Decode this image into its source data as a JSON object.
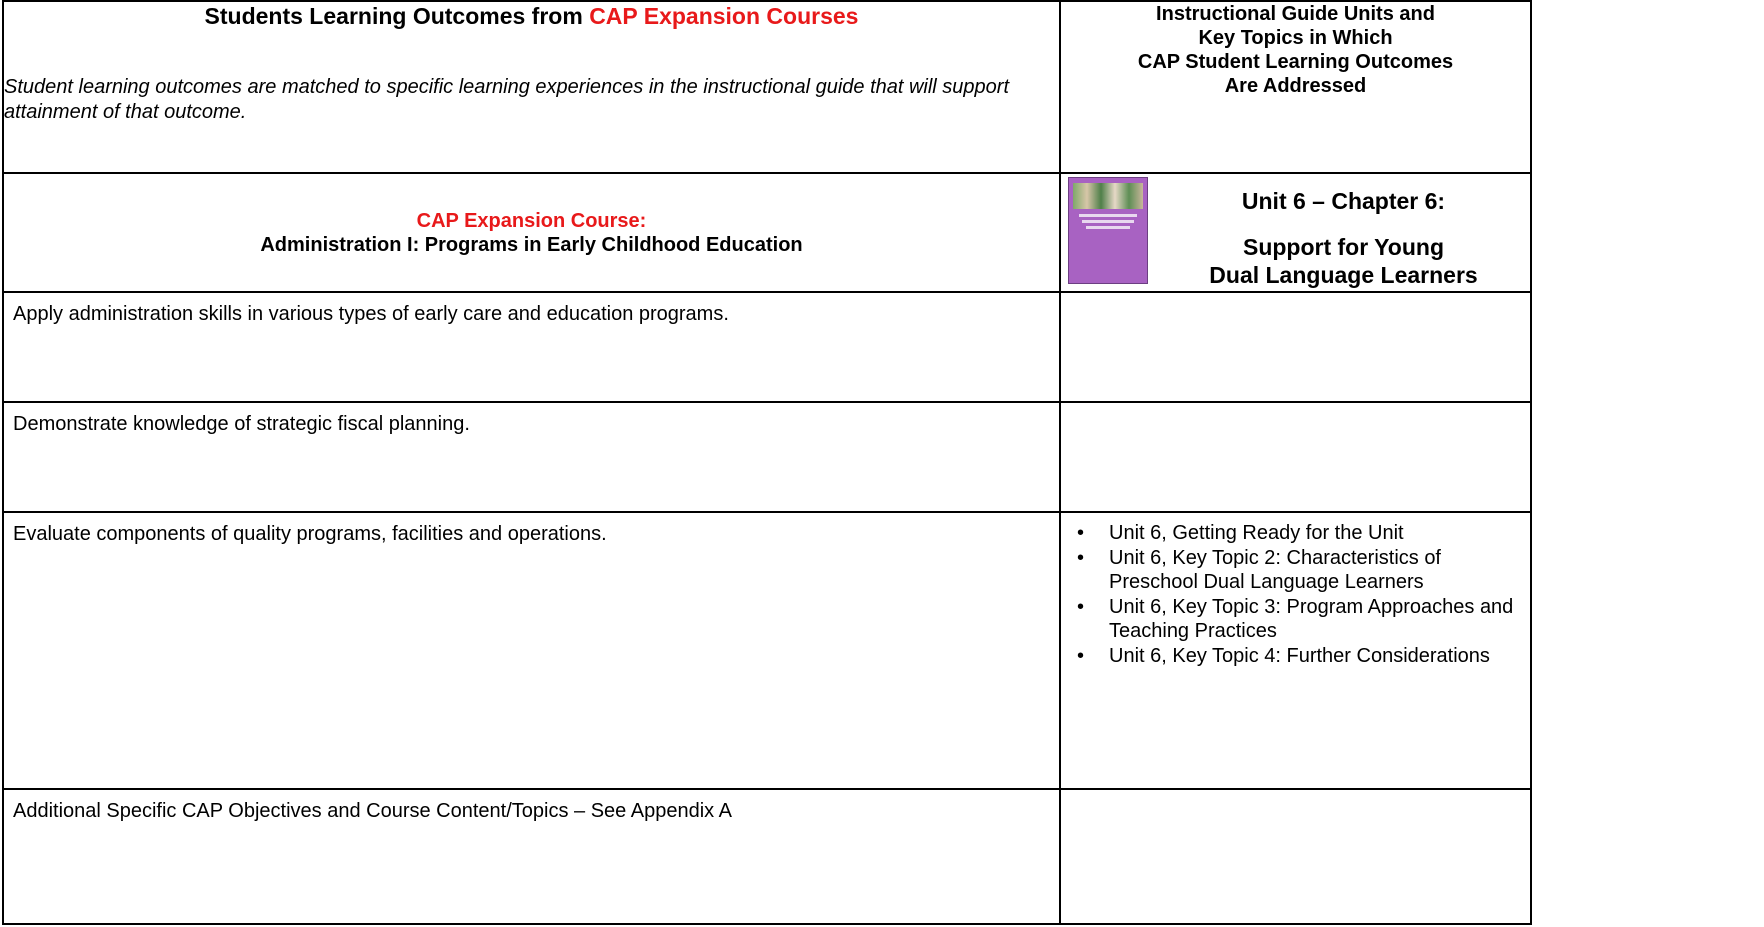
{
  "header": {
    "left_title_prefix": "Students Learning Outcomes from",
    "left_title_highlight": "CAP Expansion Courses",
    "left_description": "Student learning outcomes are matched to specific learning experiences in the instructional guide that will support attainment of that outcome.",
    "right_title_lines": [
      "Instructional Guide Units and",
      "Key Topics in Which",
      "CAP Student Learning Outcomes",
      "Are Addressed"
    ]
  },
  "course": {
    "label": "CAP Expansion Course:",
    "title": "Administration I: Programs in Early Childhood Education",
    "unit_chapter": "Unit 6 – Chapter 6:",
    "unit_subtitle_lines": [
      "Support for Young",
      "Dual Language Learners"
    ],
    "cover_color": "#a862c2"
  },
  "rows": [
    {
      "outcome": "Apply administration skills in various types of early care and education programs.",
      "topics": []
    },
    {
      "outcome": "Demonstrate knowledge of strategic fiscal planning.",
      "topics": []
    },
    {
      "outcome": "Evaluate components of quality programs, facilities and operations.",
      "topics": [
        "Unit 6, Getting Ready for the Unit",
        "Unit 6, Key Topic 2: Characteristics of Preschool Dual Language Learners",
        "Unit 6, Key Topic 3: Program Approaches and Teaching Practices",
        "Unit 6, Key Topic 4: Further Considerations"
      ]
    },
    {
      "outcome": "Additional Specific CAP Objectives and Course Content/Topics – See Appendix A",
      "topics": []
    }
  ],
  "colors": {
    "accent_red": "#e8191a",
    "border": "#000000"
  }
}
